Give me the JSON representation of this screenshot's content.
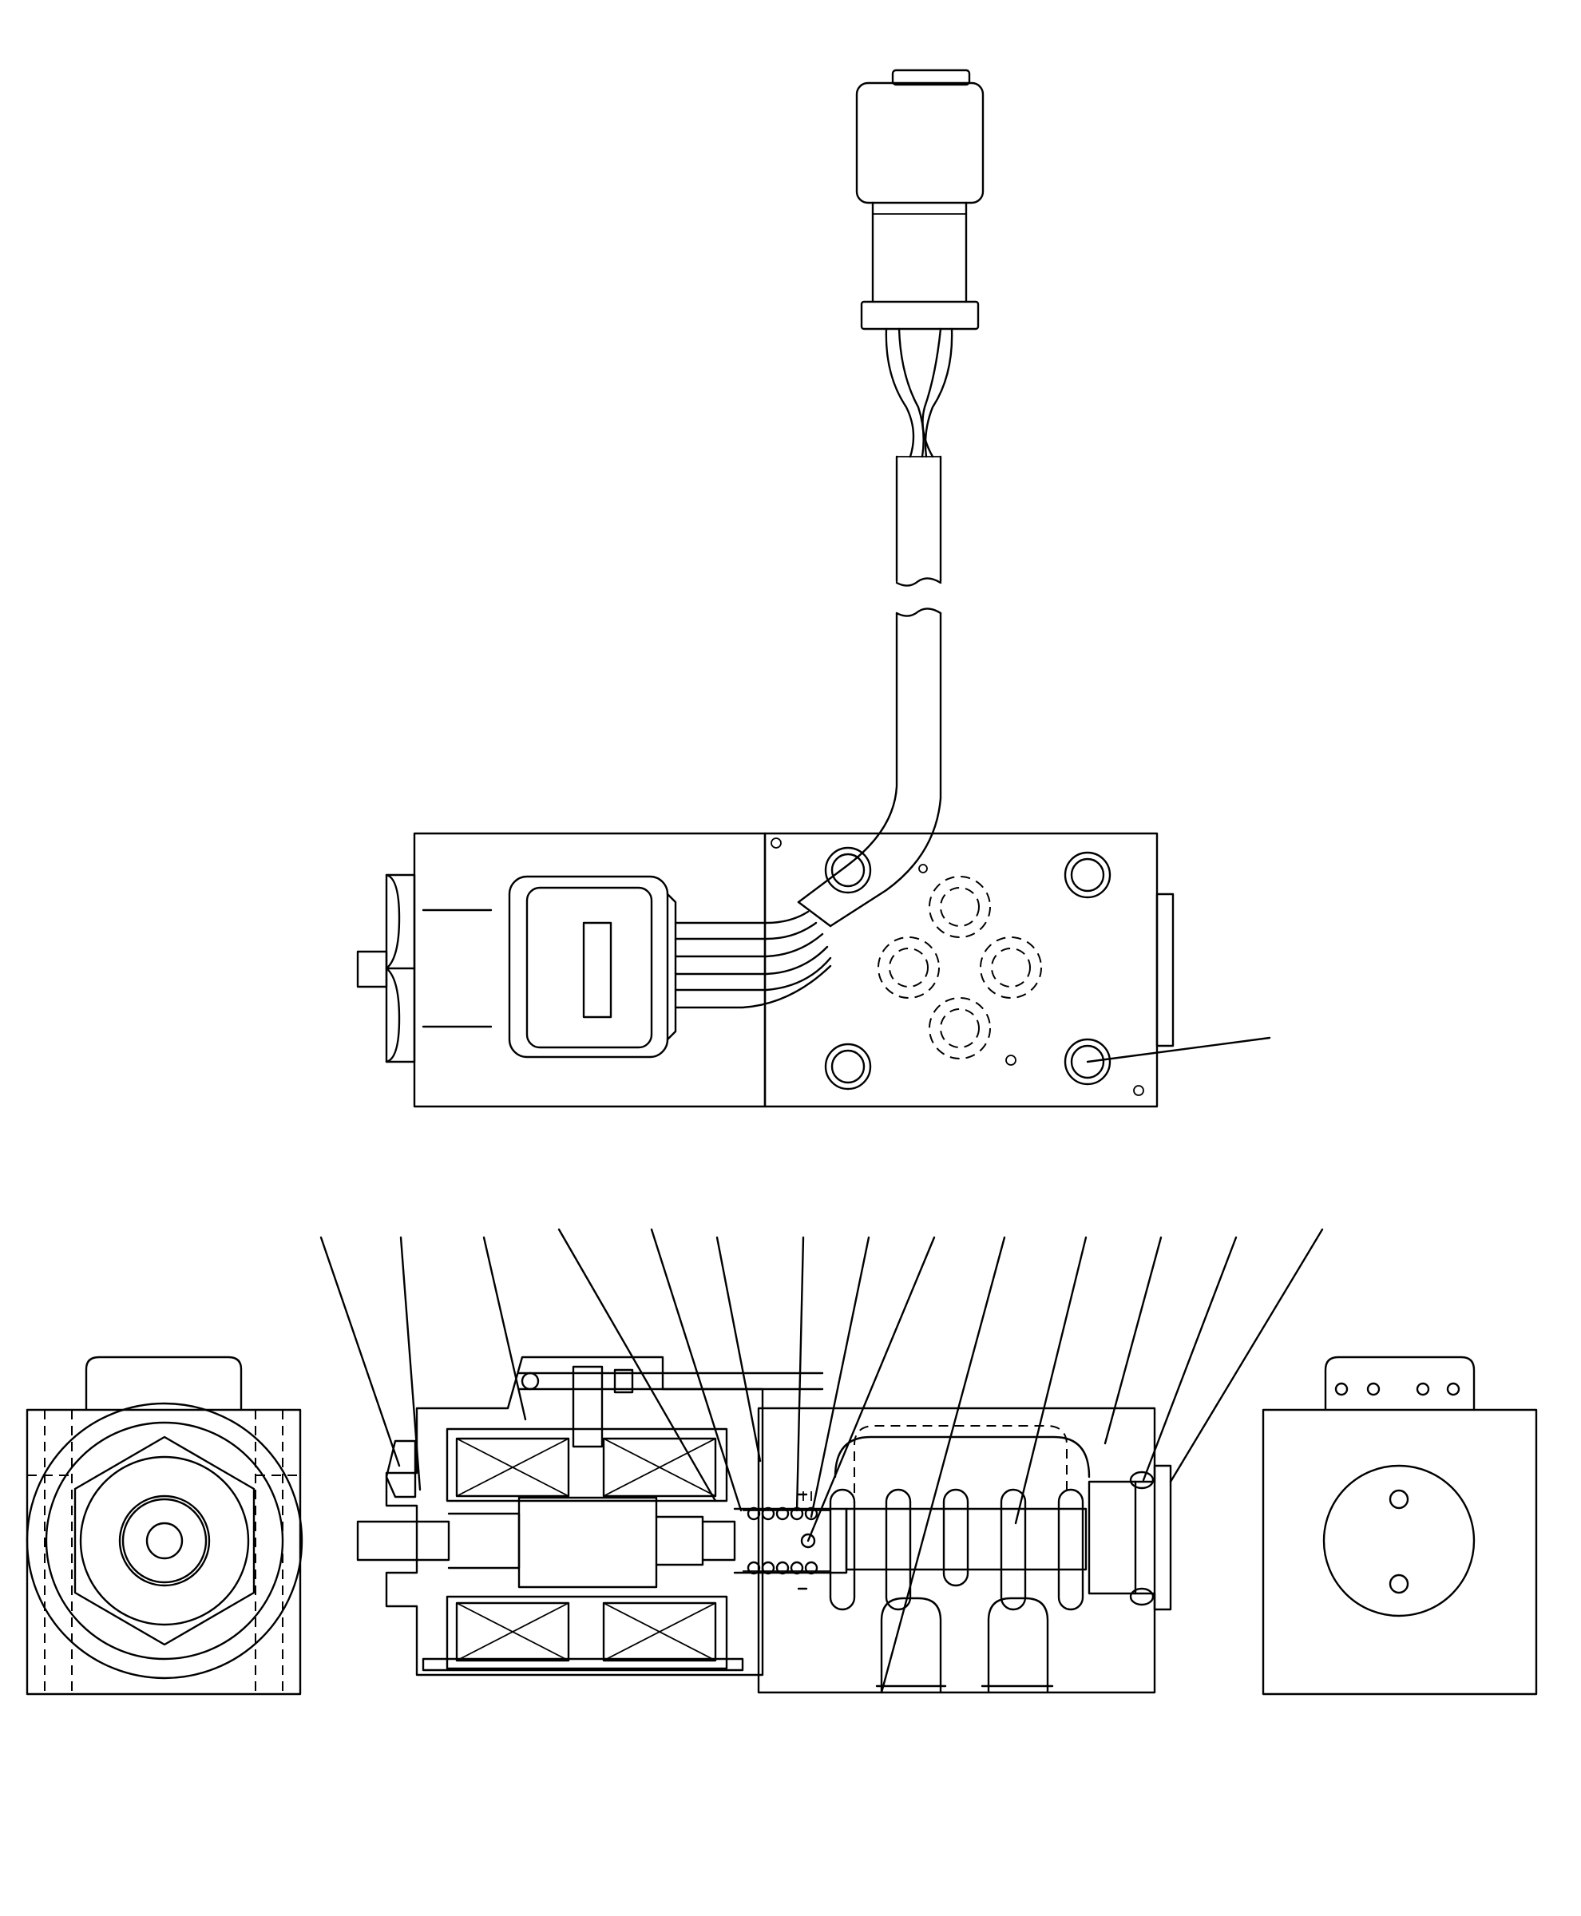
{
  "drawing": {
    "stroke_color": "#000000",
    "background_color": "#ffffff",
    "callout_leaders": {
      "top_view": 1,
      "section_view": 13
    },
    "views": [
      "connector-with-cable",
      "valve-top-view",
      "left-end-view",
      "section-view",
      "right-end-view"
    ]
  }
}
